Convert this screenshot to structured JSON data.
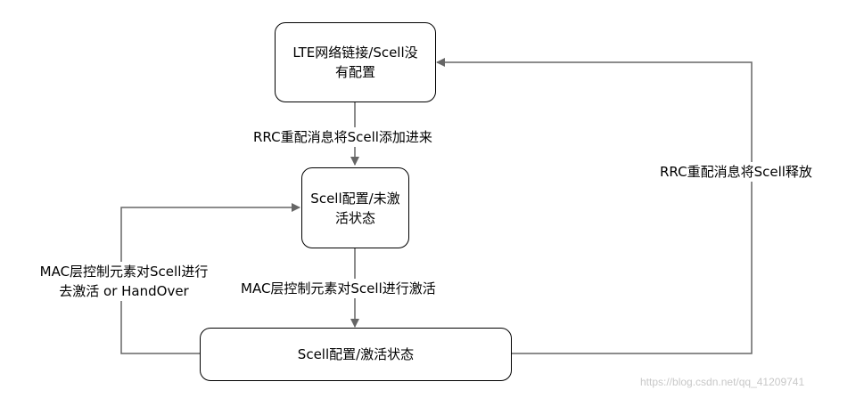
{
  "nodes": {
    "state_unconfigured": "LTE网络链接/Scell没\n有配置",
    "state_configured_deactivated": "Scell配置/未激\n活状态",
    "state_configured_activated": "Scell配置/激活状态"
  },
  "edges": {
    "add_scell": "RRC重配消息将Scell添加进来",
    "release_scell": "RRC重配消息将Scell释放",
    "activate_scell": "MAC层控制元素对Scell进行激活",
    "deactivate_scell": "MAC层控制元素对Scell进行\n去激活 or HandOver"
  },
  "watermark": "https://blog.csdn.net/qq_41209741",
  "colors": {
    "stroke": "#000000",
    "arrow": "#666666"
  }
}
